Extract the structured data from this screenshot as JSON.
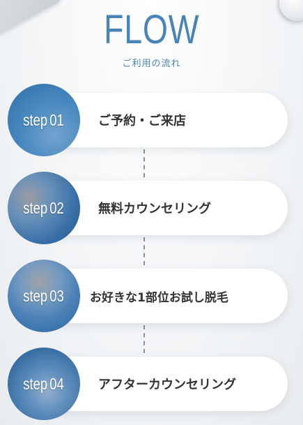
{
  "header": {
    "title": "FLOW",
    "subtitle": "ご利用の流れ"
  },
  "steps": [
    {
      "step_word": "step",
      "number": "01",
      "label": "ご予約・ご来店"
    },
    {
      "step_word": "step",
      "number": "02",
      "label": "無料カウンセリング"
    },
    {
      "step_word": "step",
      "number": "03",
      "label": "お好きな1部位お試し脱毛"
    },
    {
      "step_word": "step",
      "number": "04",
      "label": "アフターカウンセリング"
    }
  ],
  "colors": {
    "accent": "#4a84b7",
    "circle_overlay": "#2864a5",
    "pill_bg": "#ffffff",
    "label_text": "#333333"
  }
}
